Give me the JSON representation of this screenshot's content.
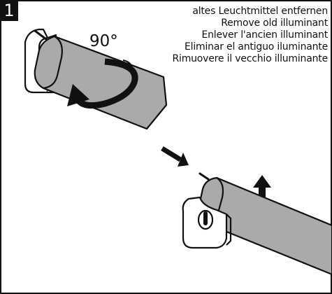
{
  "step": {
    "number": "1"
  },
  "captions": [
    "altes Leuchtmittel entfernen",
    "Remove old illuminant",
    "Enlever l'ancien illuminant",
    "Eliminar el antiguo iluminante",
    "Rimuovere il vecchio illuminante"
  ],
  "rotation": {
    "angle_label": "90°"
  },
  "colors": {
    "tube_fill": "#aaaaaa",
    "outline": "#111111",
    "socket_fill": "#ffffff",
    "background": "#ffffff"
  }
}
